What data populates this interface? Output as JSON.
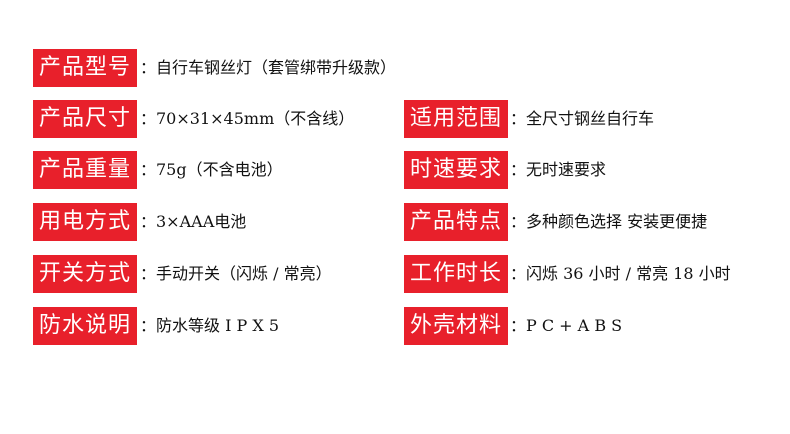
{
  "rows": [
    {
      "left": {
        "label": "产品型号",
        "value": "：自行车钢丝灯（套管绑带升级款）"
      }
    },
    {
      "left": {
        "label": "产品尺寸",
        "value": "：70×31×45mm（不含线）"
      },
      "right": {
        "label": "适用范围",
        "value": "：全尺寸钢丝自行车"
      }
    },
    {
      "left": {
        "label": "产品重量",
        "value": "：75g（不含电池）"
      },
      "right": {
        "label": "时速要求",
        "value": "：无时速要求"
      }
    },
    {
      "left": {
        "label": "用电方式",
        "value": "：3×AAA电池"
      },
      "right": {
        "label": "产品特点",
        "value": "：多种颜色选择 安装更便捷"
      }
    },
    {
      "left": {
        "label": "开关方式",
        "value": "：手动开关（闪烁 / 常亮）"
      },
      "right": {
        "label": "工作时长",
        "value": "：闪烁 36 小时 / 常亮 18 小时"
      }
    },
    {
      "left": {
        "label": "防水说明",
        "value": "：防水等级 I P X 5"
      },
      "right": {
        "label": "外壳材料",
        "value": "：P C + A B S"
      }
    }
  ],
  "colors": {
    "label_background": "#e8202b",
    "label_text": "#ffffff",
    "value_text": "#111111",
    "page_background": "#ffffff"
  }
}
